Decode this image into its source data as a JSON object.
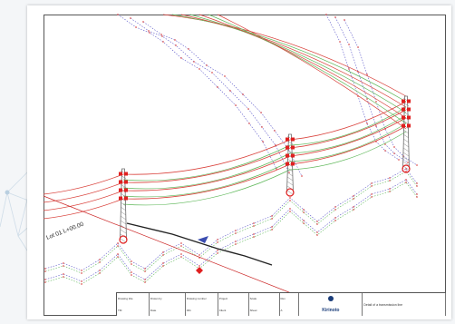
{
  "drawing": {
    "tower_label": "Lot 01 L+00.00",
    "colors": {
      "conductor": "#d9413b",
      "clearance": "#5fb85a",
      "ground_profile": "#5b57c9",
      "ground_dots": "#e06060",
      "tower": "#6b6b6b",
      "insulator": "#e02020",
      "alignment": "#cc2a2a",
      "road": "#222222"
    }
  },
  "title_block": {
    "cells": [
      {
        "lines": [
          "Drawing title",
          "TM"
        ]
      },
      {
        "lines": [
          "Drawn by",
          "Date"
        ]
      },
      {
        "lines": [
          "Drawing number",
          "001"
        ]
      },
      {
        "lines": [
          "Project",
          "Client"
        ]
      },
      {
        "lines": [
          "Scale",
          "Sheet"
        ]
      },
      {
        "lines": [
          "Rev",
          "A"
        ]
      }
    ],
    "logo_text": "Kirinoto",
    "description": "Detail of a transmission line"
  }
}
